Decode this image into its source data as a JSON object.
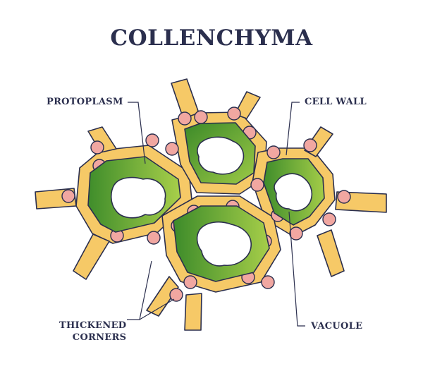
{
  "title": "COLLENCHYMA",
  "labels": {
    "protoplasm": "PROTOPLASM",
    "cell_wall": "CELL WALL",
    "thickened_corners_line1": "THICKENED",
    "thickened_corners_line2": "CORNERS",
    "vacuole": "VACUOLE"
  },
  "colors": {
    "title": "#2b2f4e",
    "wall_fill": "#f6c967",
    "wall_stroke": "#2b2f4e",
    "protoplasm_dark": "#3e8c2a",
    "protoplasm_light": "#a6cd48",
    "thickening": "#f1a7a1",
    "vacuole": "#ffffff"
  }
}
